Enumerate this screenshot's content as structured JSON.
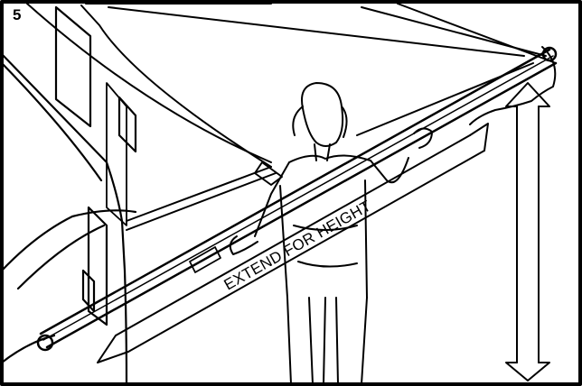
{
  "figure": {
    "step_number": "5",
    "arrow_label": "EXTEND FOR HEIGHT",
    "ink_color": "#000000",
    "paper_color": "#ffffff",
    "icons": [
      "double-headed-diagonal-arrow",
      "vertical-double-headed-arrow",
      "awning-rafter-arm",
      "rv-wall",
      "person"
    ]
  }
}
